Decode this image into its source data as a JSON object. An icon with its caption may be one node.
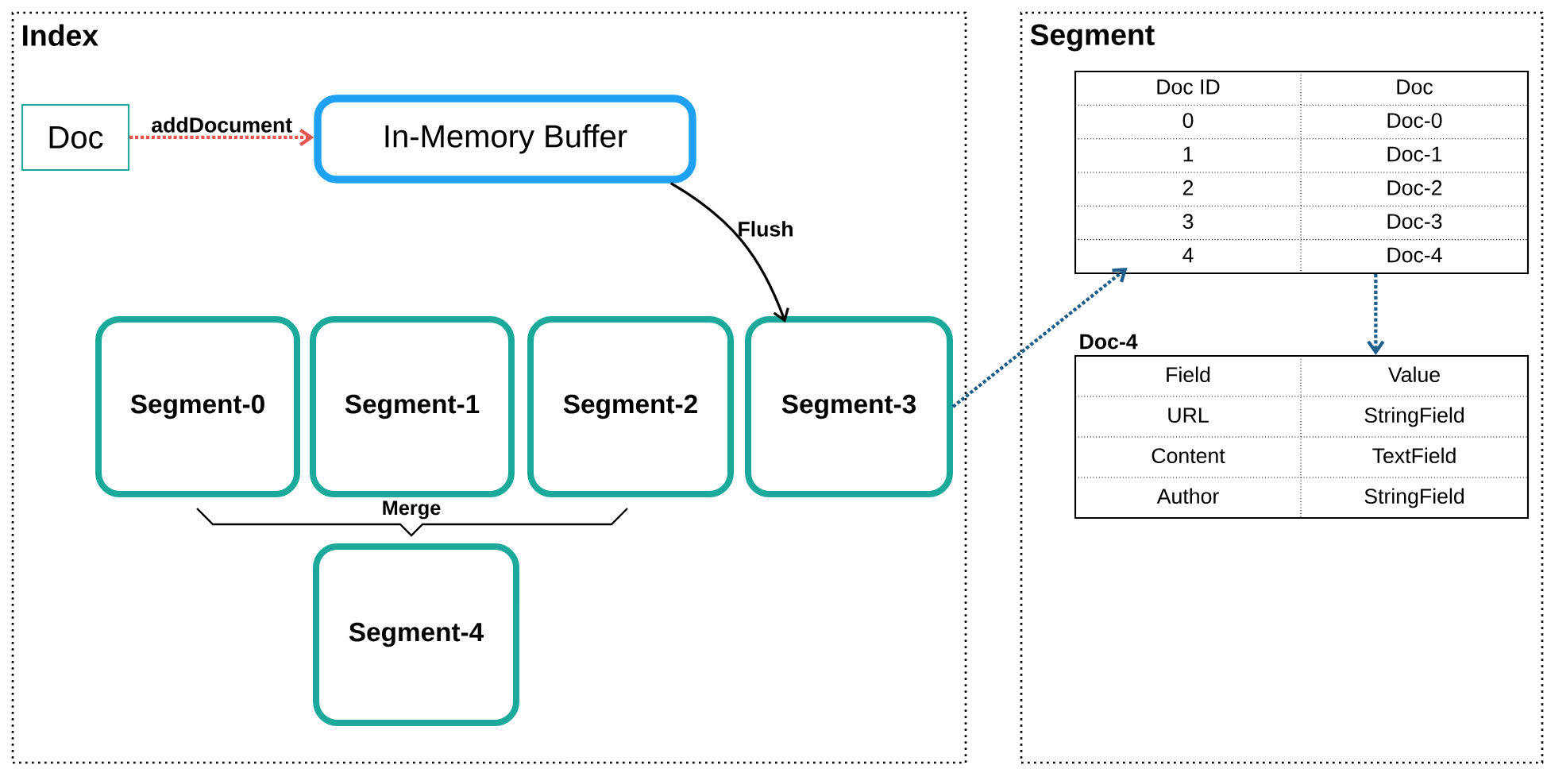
{
  "diagram": {
    "nodes": [
      {
        "text": [
          "Index"
        ]
      },
      {
        "text": [
          "Doc"
        ],
        "in": 0
      },
      {
        "text": [
          "In-Memory Buffer"
        ],
        "in": 0
      },
      {
        "text": [
          "Segment-0"
        ],
        "in": 0
      },
      {
        "text": [
          "Segment-1"
        ],
        "in": 0
      },
      {
        "text": [
          "Segment-2"
        ],
        "in": 0
      },
      {
        "text": [
          "Segment-3"
        ],
        "in": 0
      },
      {
        "text": [
          "Segment-4"
        ],
        "in": 0
      },
      {
        "text": [
          "Segment"
        ]
      },
      {
        "text": [],
        "shape": "box",
        "in": 8
      },
      {
        "text": [
          "Doc-4"
        ],
        "in": 8
      }
    ],
    "edges": [
      {
        "from": 1,
        "to": 2,
        "arrow": "to",
        "label": "addDocument",
        "style": "dashed",
        "color": "#e8554e"
      },
      {
        "from": 2,
        "to": 6,
        "arrow": "to",
        "label": "Flush",
        "color": "#000000"
      },
      {
        "from": 6,
        "to": 9,
        "arrow": "to",
        "style": "dashed",
        "color": "#1f5f8b"
      },
      {
        "from": 9,
        "to": 10,
        "arrow": "to",
        "style": "dashed",
        "color": "#1f5f8b"
      }
    ],
    "labels": [
      "Merge",
      "Doc ID",
      "Doc",
      "0",
      "Doc-0",
      "1",
      "Doc-1",
      "2",
      "Doc-2",
      "3",
      "Doc-3",
      "4",
      "Doc-4",
      "Field",
      "Value",
      "URL",
      "StringField",
      "Content",
      "TextField",
      "Author",
      "StringField"
    ]
  }
}
